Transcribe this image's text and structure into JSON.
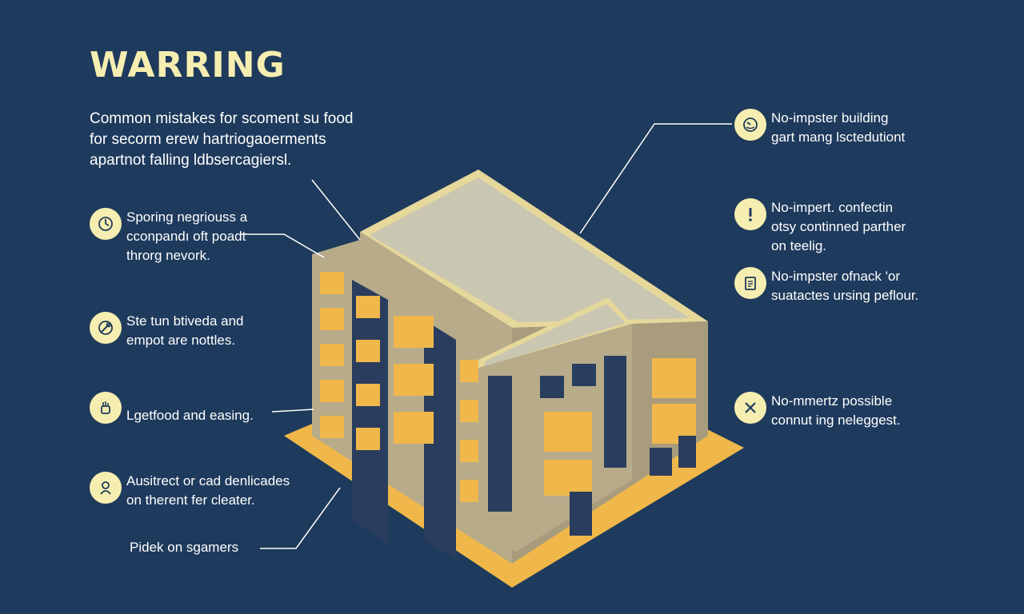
{
  "title": "WARRING",
  "intro": {
    "line1": "Common mistakes for scoment su food",
    "line2": "for secorm erew hartriogaoerments",
    "line3": "apartnot falling ldbsercagiersl."
  },
  "left_callouts": [
    {
      "icon": "clock-icon",
      "lines": [
        "Sporing negriouss a",
        "cconpandı oft poadt",
        "throrg nevork."
      ]
    },
    {
      "icon": "wrench-icon",
      "lines": [
        "Ste tun btiveda and",
        "empot are nottles."
      ]
    },
    {
      "icon": "hand-icon",
      "lines": [
        "Lgetfood and easing."
      ]
    },
    {
      "icon": "person-icon",
      "lines": [
        "Ausitrect or cad denlicades",
        "on therent fer cleater."
      ]
    }
  ],
  "bottom_note": "Pidek on sgamers",
  "right_callouts": [
    {
      "icon": "gauge-icon",
      "lines": [
        "No-impster building",
        "gart mang lsctedutiont"
      ]
    },
    {
      "icon": "exclamation-icon",
      "lines": [
        "No-impert. confectin",
        "otsy continned parther",
        "on teelig."
      ]
    },
    {
      "icon": "document-icon",
      "lines": [
        "No-impster ofnack 'or",
        "suatactes ursing peflour."
      ]
    },
    {
      "icon": "tools-icon",
      "lines": [
        "No-mmertz possible",
        "connut ing neleggest."
      ]
    }
  ],
  "colors": {
    "background": "#1e3a5c",
    "title": "#f5eeb0",
    "badge": "#f5eeb0",
    "accent": "#f0b84a",
    "wall": "#b8ab8a",
    "roof": "#c9c6b2",
    "dark_wall": "#2a3d5e"
  }
}
